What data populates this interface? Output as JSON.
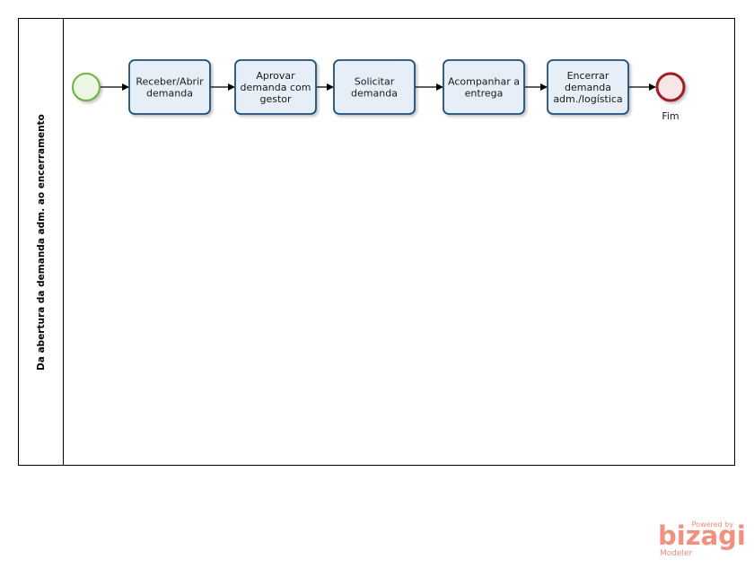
{
  "pool": {
    "title": "Da abertura da demanda adm. ao encerramento"
  },
  "tasks": [
    {
      "lines": [
        "Receber/Abrir",
        "demanda"
      ]
    },
    {
      "lines": [
        "Aprovar",
        "demanda com",
        "gestor"
      ]
    },
    {
      "lines": [
        "Solicitar",
        "demanda"
      ]
    },
    {
      "lines": [
        "Acompanhar a",
        "entrega"
      ]
    },
    {
      "lines": [
        "Encerrar",
        "demanda",
        "adm./logística"
      ]
    }
  ],
  "events": {
    "start": {
      "label": ""
    },
    "end": {
      "label": "Fim"
    }
  },
  "colors": {
    "task_fill": "#e6eef8",
    "task_stroke": "#1f4f7a",
    "start_stroke": "#6cb33f",
    "start_fill": "#eef7e6",
    "end_stroke": "#a01e24",
    "end_fill": "#f8e6e6",
    "watermark": "#f2907f"
  },
  "watermark": {
    "powered": "Powered by",
    "brand": "bizagi",
    "product": "Modeler"
  }
}
